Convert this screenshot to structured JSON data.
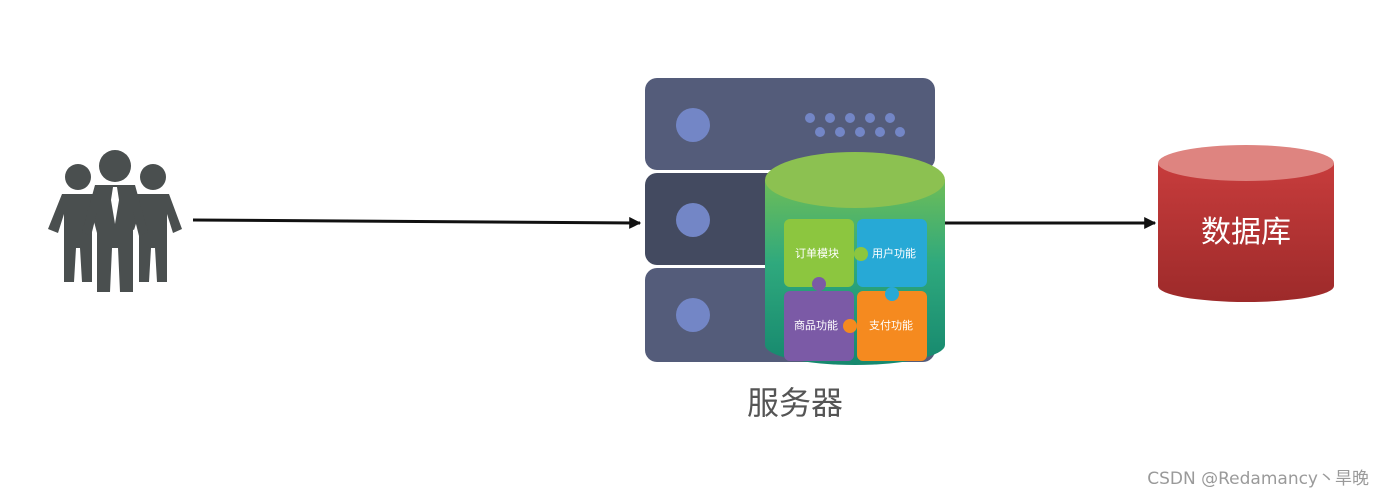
{
  "server": {
    "caption": "服务器",
    "modules": [
      {
        "label": "订单模块",
        "color": "#8cc63f"
      },
      {
        "label": "用户功能",
        "color": "#27a9d6"
      },
      {
        "label": "商品功能",
        "color": "#7b5aa6"
      },
      {
        "label": "支付功能",
        "color": "#f58a1f"
      }
    ]
  },
  "database": {
    "label": "数据库",
    "color": "#c0393b"
  },
  "watermark": "CSDN @Redamancy丶旱晚",
  "colors": {
    "users_icon": "#4a4f4f",
    "server_unit": "#545c7a",
    "server_unit_dark": "#434a60",
    "server_led": "#7386c6",
    "arrow": "#111111"
  }
}
